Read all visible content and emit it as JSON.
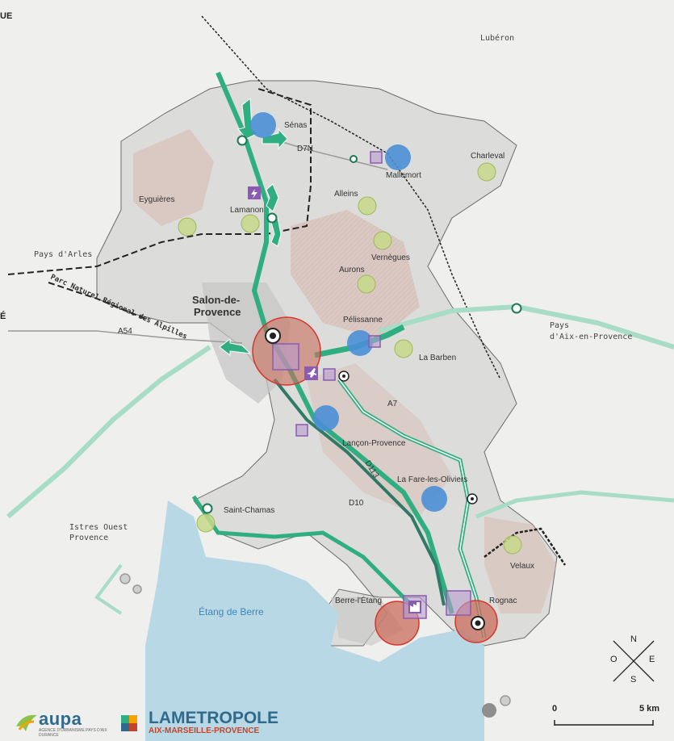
{
  "places": {
    "senas": "Sénas",
    "mallemort": "Mallemort",
    "charleval": "Charleval",
    "eyguieres": "Eyguières",
    "lamanon": "Lamanon",
    "alleins": "Alleins",
    "vernegues": "Vernègues",
    "aurons": "Aurons",
    "salon_line1": "Salon-de-",
    "salon_line2": "Provence",
    "pelissanne": "Pélissanne",
    "la_barben": "La Barben",
    "lancon": "Lançon-Provence",
    "la_fare": "La Fare-les-Oliviers",
    "saint_chamas": "Saint-Chamas",
    "velaux": "Velaux",
    "berre": "Berre-l'Étang",
    "rognac": "Rognac"
  },
  "regions": {
    "luberon": "Lubéron",
    "pays_arles": "Pays d'Arles",
    "pays_aix_line1": "Pays",
    "pays_aix_line2": "d'Aix-en-Provence",
    "istres_line1": "Istres Ouest",
    "istres_line2": "Provence",
    "park": "Parc Naturel Régional des Alpilles"
  },
  "roads": {
    "d7n": "D7N",
    "a54": "A54",
    "a7": "A7",
    "d113": "D113",
    "d10": "D10"
  },
  "water": {
    "etang": "Étang de Berre"
  },
  "edge_fragments": {
    "top": "UE",
    "middle": "É"
  },
  "logos": {
    "aupa_name": "aupa",
    "aupa_tagline": "AGENCE D'URBANISME PAYS D'AIX DURANCE",
    "metro_name": "LAMETROPOLE",
    "metro_sub": "AIX-MARSEILLE-PROVENCE"
  },
  "scale": {
    "start": "0",
    "end": "5 km"
  },
  "compass": {
    "n": "N",
    "e": "E",
    "s": "S",
    "w": "O"
  },
  "colors": {
    "corridor": "#2fae82",
    "corridor_light": "#a7dcc7",
    "pole_major": "#c96e5c",
    "pole_major_stroke": "#d9352a",
    "pole_blue": "#4a8fd6",
    "pole_green": "#c7d98a",
    "pictogram": "#8a5bb0",
    "lake": "#b9d8e6"
  },
  "icons": [
    "station-icon",
    "airport-icon",
    "energy-icon",
    "industry-icon",
    "compass-icon"
  ]
}
